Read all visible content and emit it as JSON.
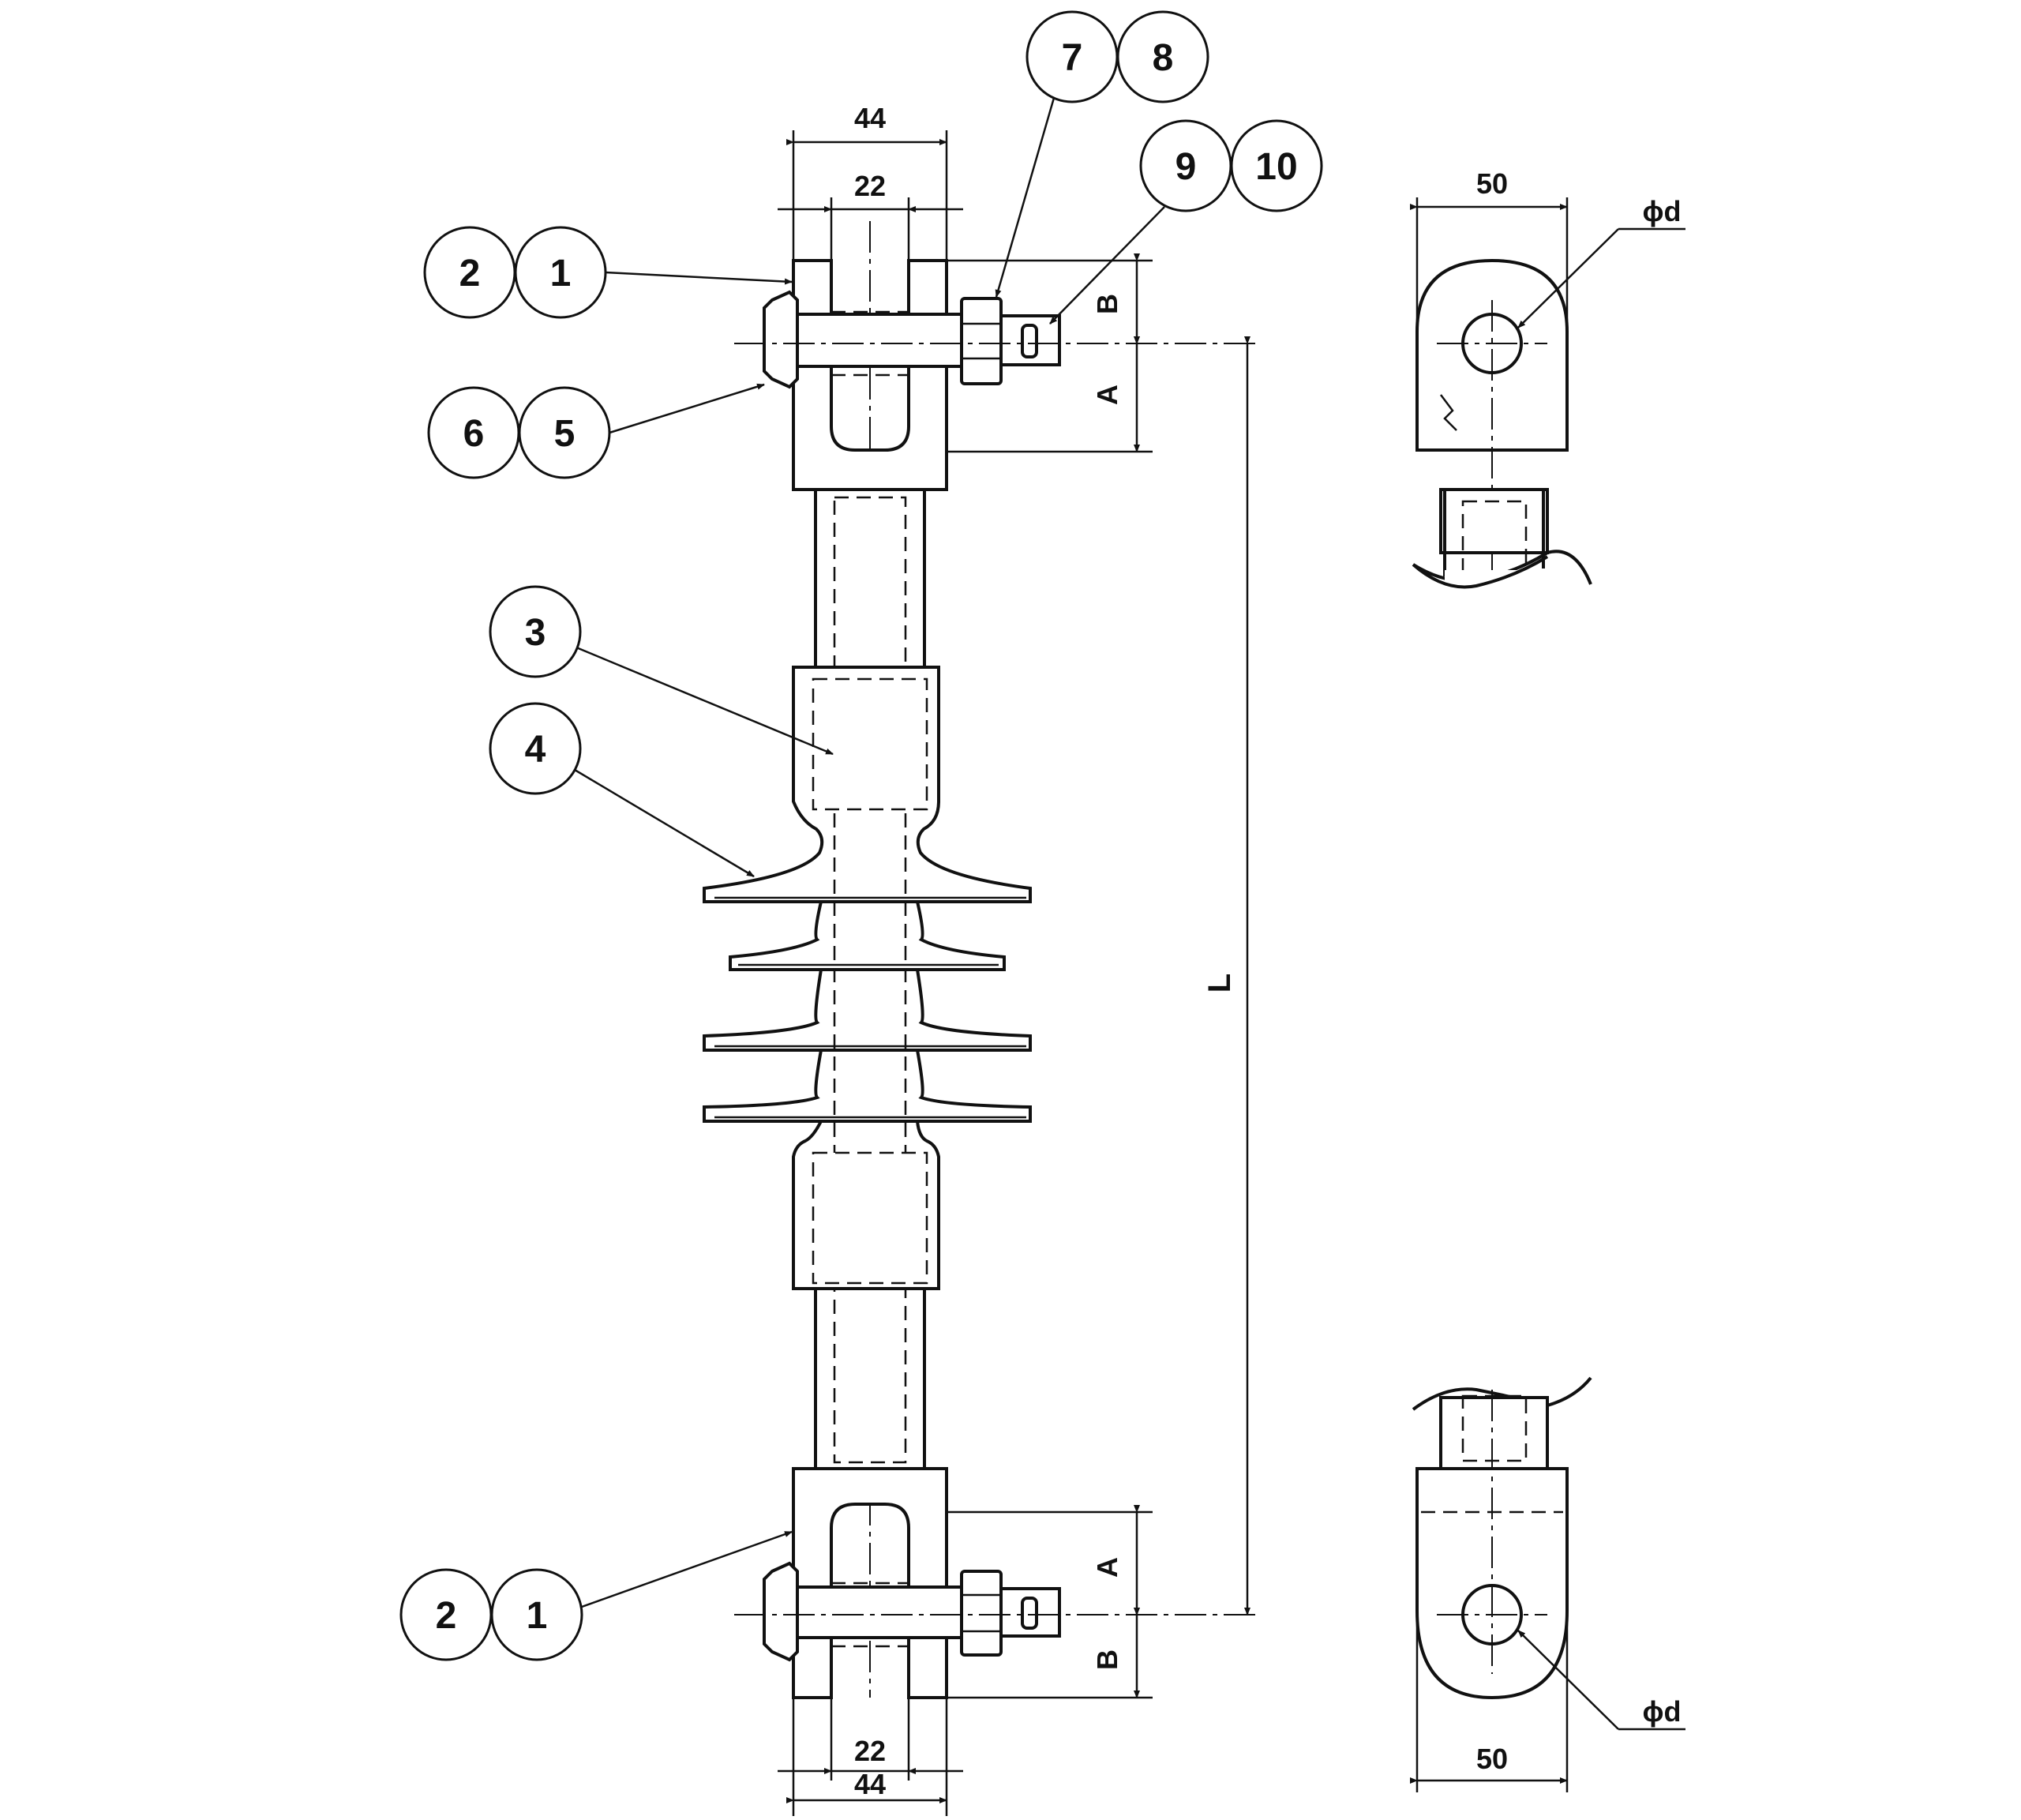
{
  "callouts": {
    "top_clevis_a": "2",
    "top_clevis_b": "1",
    "bolt_a": "6",
    "bolt_b": "5",
    "nut_a": "7",
    "nut_b": "8",
    "pin_a": "9",
    "pin_b": "10",
    "rod": "3",
    "shed": "4",
    "bottom_clevis_a": "2",
    "bottom_clevis_b": "1"
  },
  "dimensions": {
    "top_outer_width": "44",
    "top_inner_width": "22",
    "bottom_inner_width": "22",
    "bottom_outer_width": "44",
    "top_B": "B",
    "top_A": "A",
    "length": "L",
    "bottom_A": "A",
    "bottom_B": "B",
    "side_top_width": "50",
    "side_top_hole": "ϕd",
    "side_bottom_width": "50",
    "side_bottom_hole": "ϕd"
  }
}
